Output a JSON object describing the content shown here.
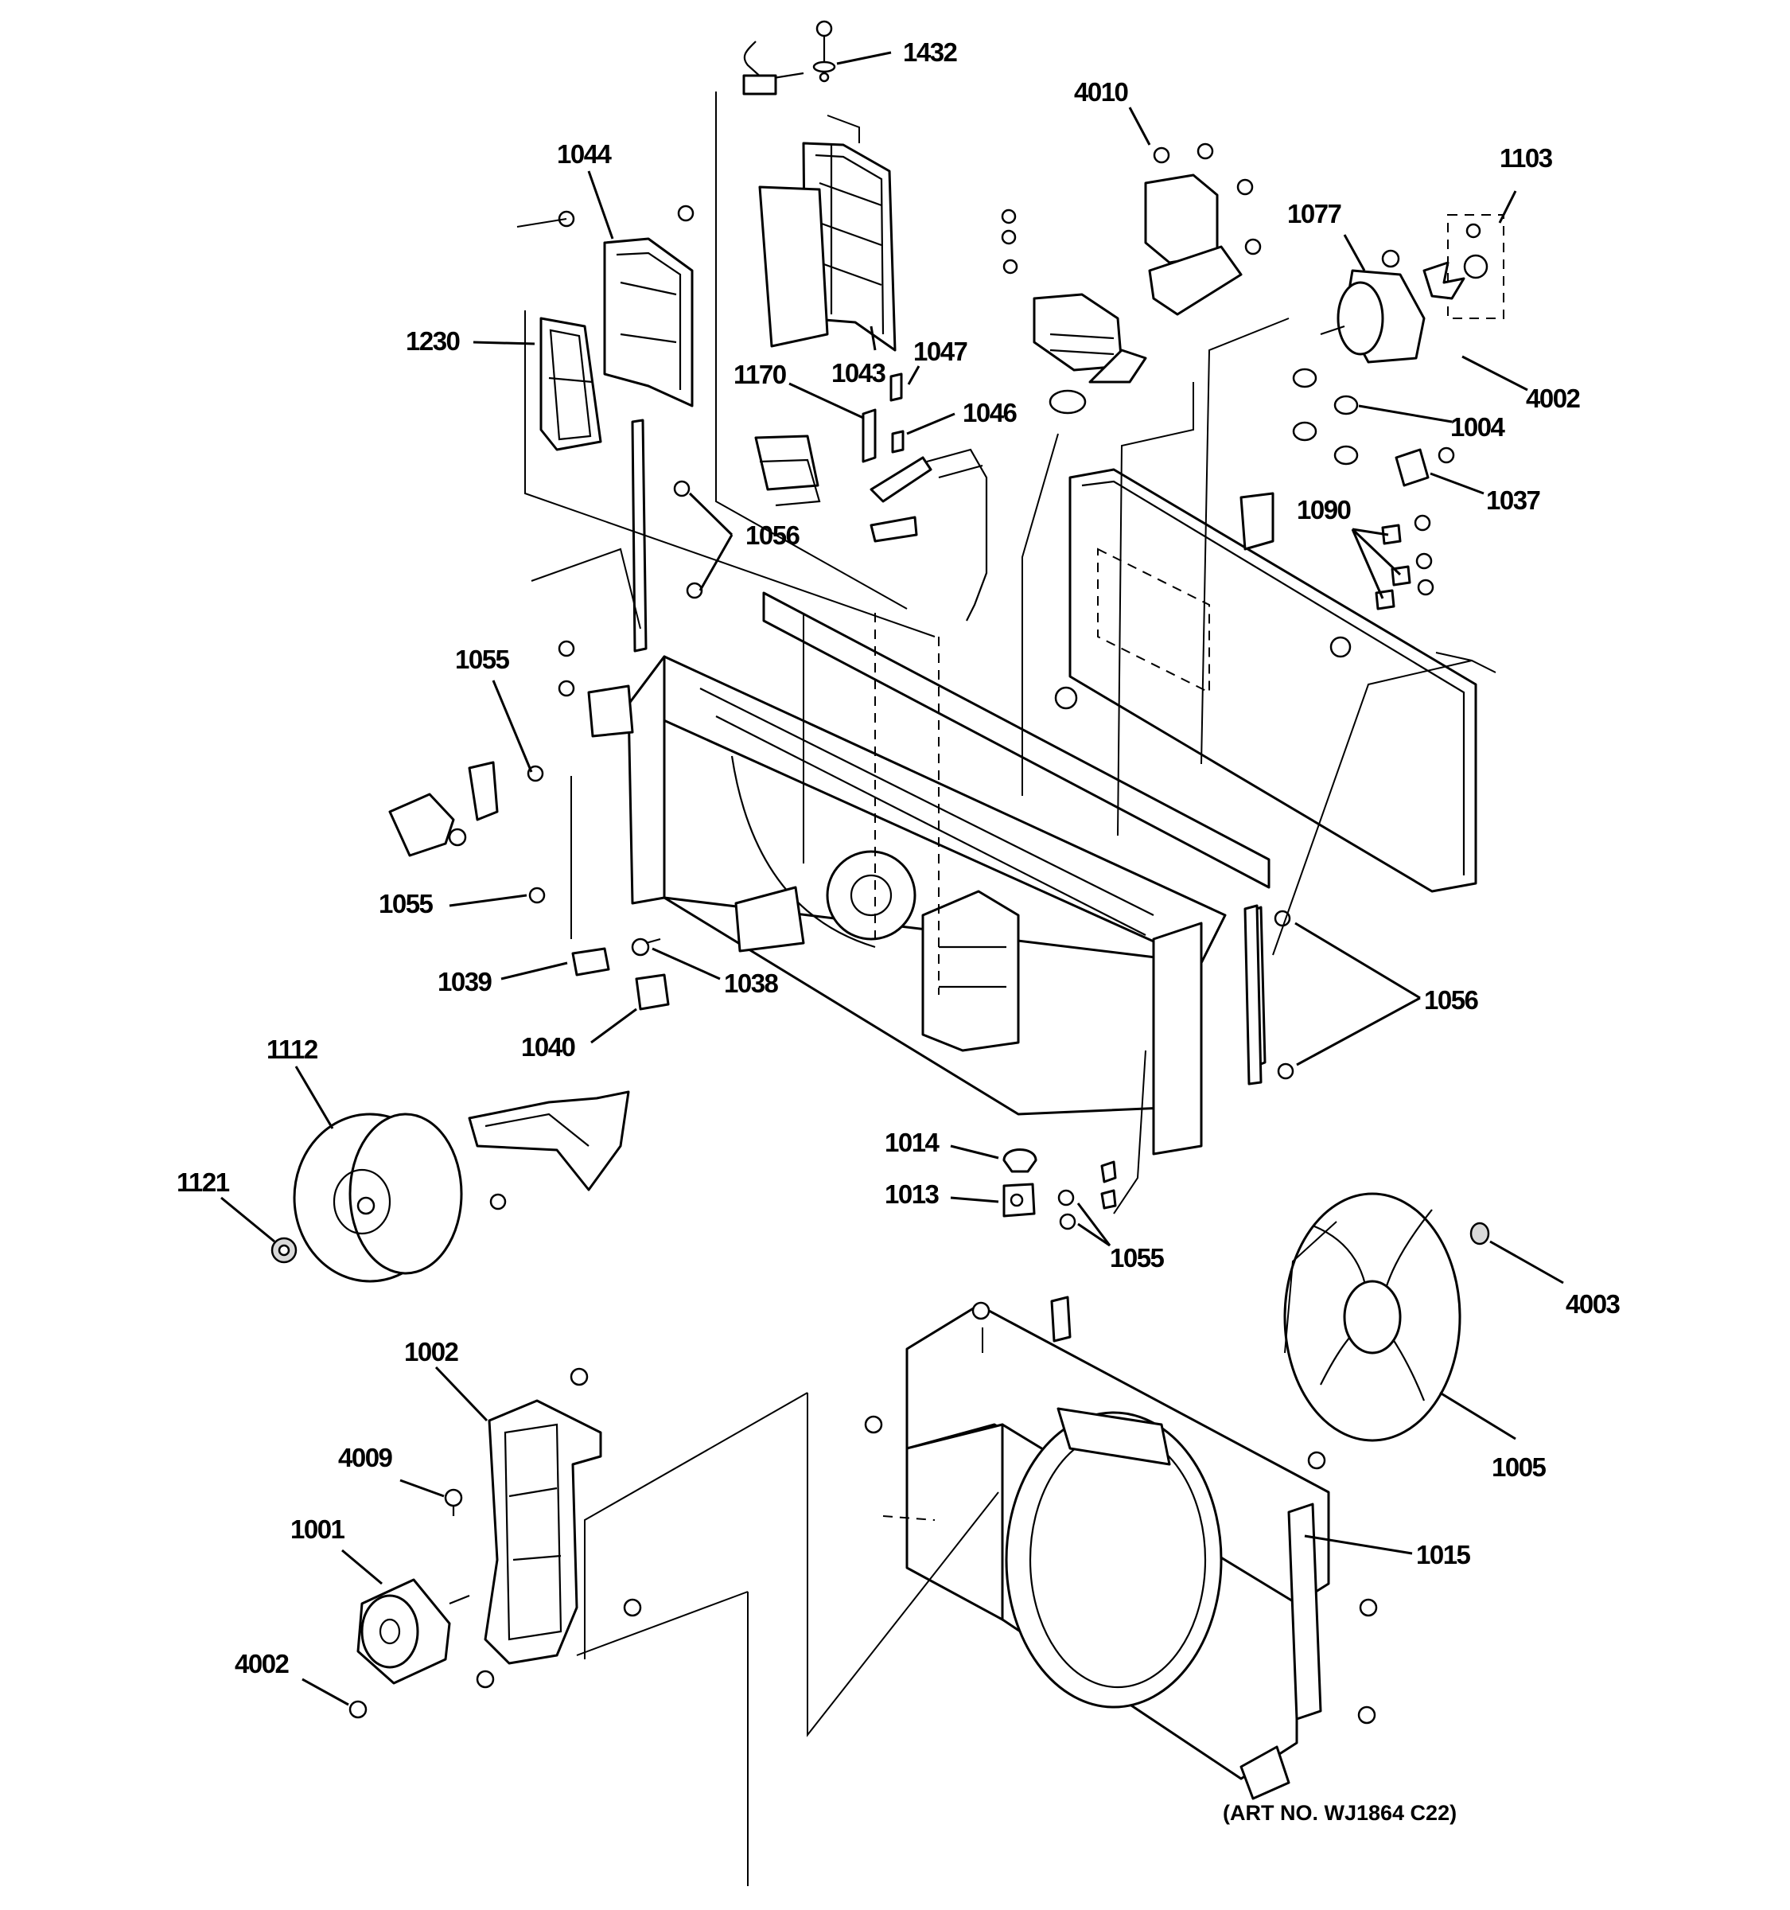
{
  "diagram": {
    "art_number": "(ART NO. WJ1864 C22)",
    "callouts": {
      "c1432": "1432",
      "c4010": "4010",
      "c1044": "1044",
      "c1103": "1103",
      "c1077": "1077",
      "c1230": "1230",
      "c1043": "1043",
      "c1170": "1170",
      "c1047": "1047",
      "c1046": "1046",
      "c4002a": "4002",
      "c1004": "1004",
      "c1037": "1037",
      "c1090": "1090",
      "c1056a": "1056",
      "c1055a": "1055",
      "c1055b": "1055",
      "c1039": "1039",
      "c1038": "1038",
      "c1040": "1040",
      "c1056b": "1056",
      "c1112": "1112",
      "c1121": "1121",
      "c1014": "1014",
      "c1013": "1013",
      "c1055c": "1055",
      "c4003": "4003",
      "c1002": "1002",
      "c1005": "1005",
      "c4009": "4009",
      "c1001": "1001",
      "c1015": "1015",
      "c4002b": "4002"
    }
  }
}
